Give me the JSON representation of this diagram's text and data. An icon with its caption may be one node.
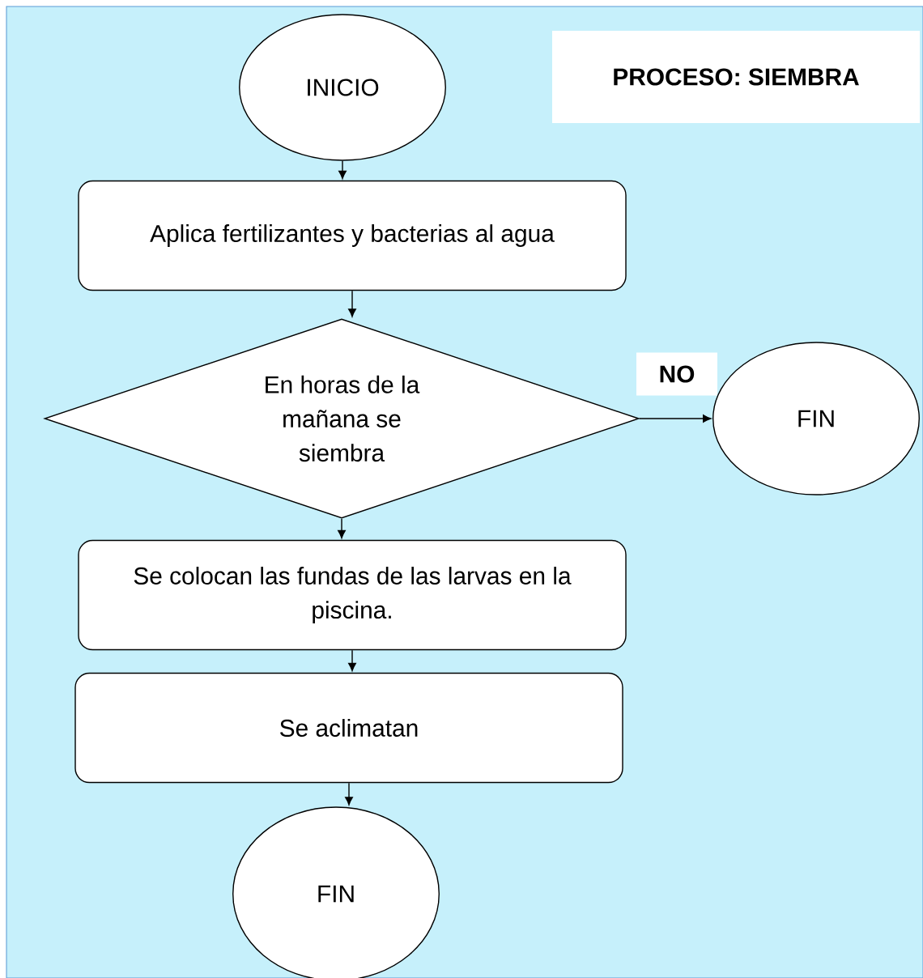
{
  "diagram": {
    "title": "PROCESO: SIEMBRA",
    "nodes": [
      {
        "text": [
          "INICIO"
        ]
      },
      {
        "text": [
          "Aplica fertilizantes y bacterias al agua"
        ]
      },
      {
        "text": [
          "En horas de la mañana se siembra"
        ]
      },
      {
        "text": [
          "FIN"
        ]
      },
      {
        "text": [
          "Se colocan las fundas de las larvas en la piscina."
        ]
      },
      {
        "text": [
          "Se aclimatan"
        ]
      },
      {
        "text": [
          "FIN"
        ]
      }
    ],
    "edges": [
      {
        "from": 0,
        "to": 1,
        "arrow": "to"
      },
      {
        "from": 1,
        "to": 2,
        "arrow": "to"
      },
      {
        "from": 2,
        "to": 3,
        "arrow": "to",
        "label": "NO"
      },
      {
        "from": 2,
        "to": 4,
        "arrow": "to"
      },
      {
        "from": 4,
        "to": 5,
        "arrow": "to"
      },
      {
        "from": 5,
        "to": 6,
        "arrow": "to"
      }
    ]
  }
}
